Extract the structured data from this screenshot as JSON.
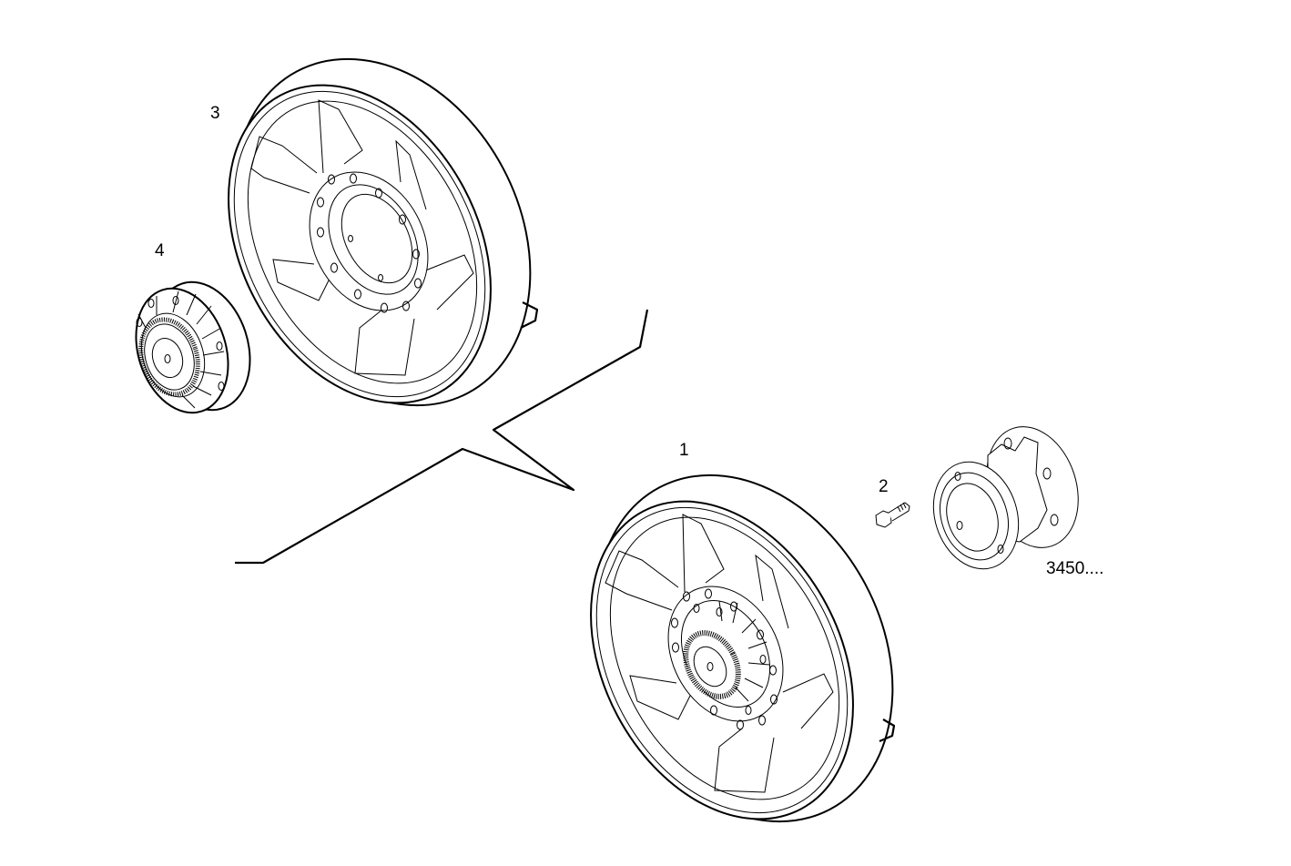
{
  "diagram": {
    "type": "exploded-parts-diagram",
    "background": "#ffffff",
    "line_color": "#000000",
    "callouts": [
      {
        "id": "1",
        "label": "1",
        "part": "fan-with-viscous-clutch"
      },
      {
        "id": "2",
        "label": "2",
        "part": "bolt"
      },
      {
        "id": "3",
        "label": "3",
        "part": "fan"
      },
      {
        "id": "4",
        "label": "4",
        "part": "viscous-coupling"
      },
      {
        "id": "ref",
        "label": "3450....",
        "part": "fan-spacer-hub"
      }
    ]
  }
}
